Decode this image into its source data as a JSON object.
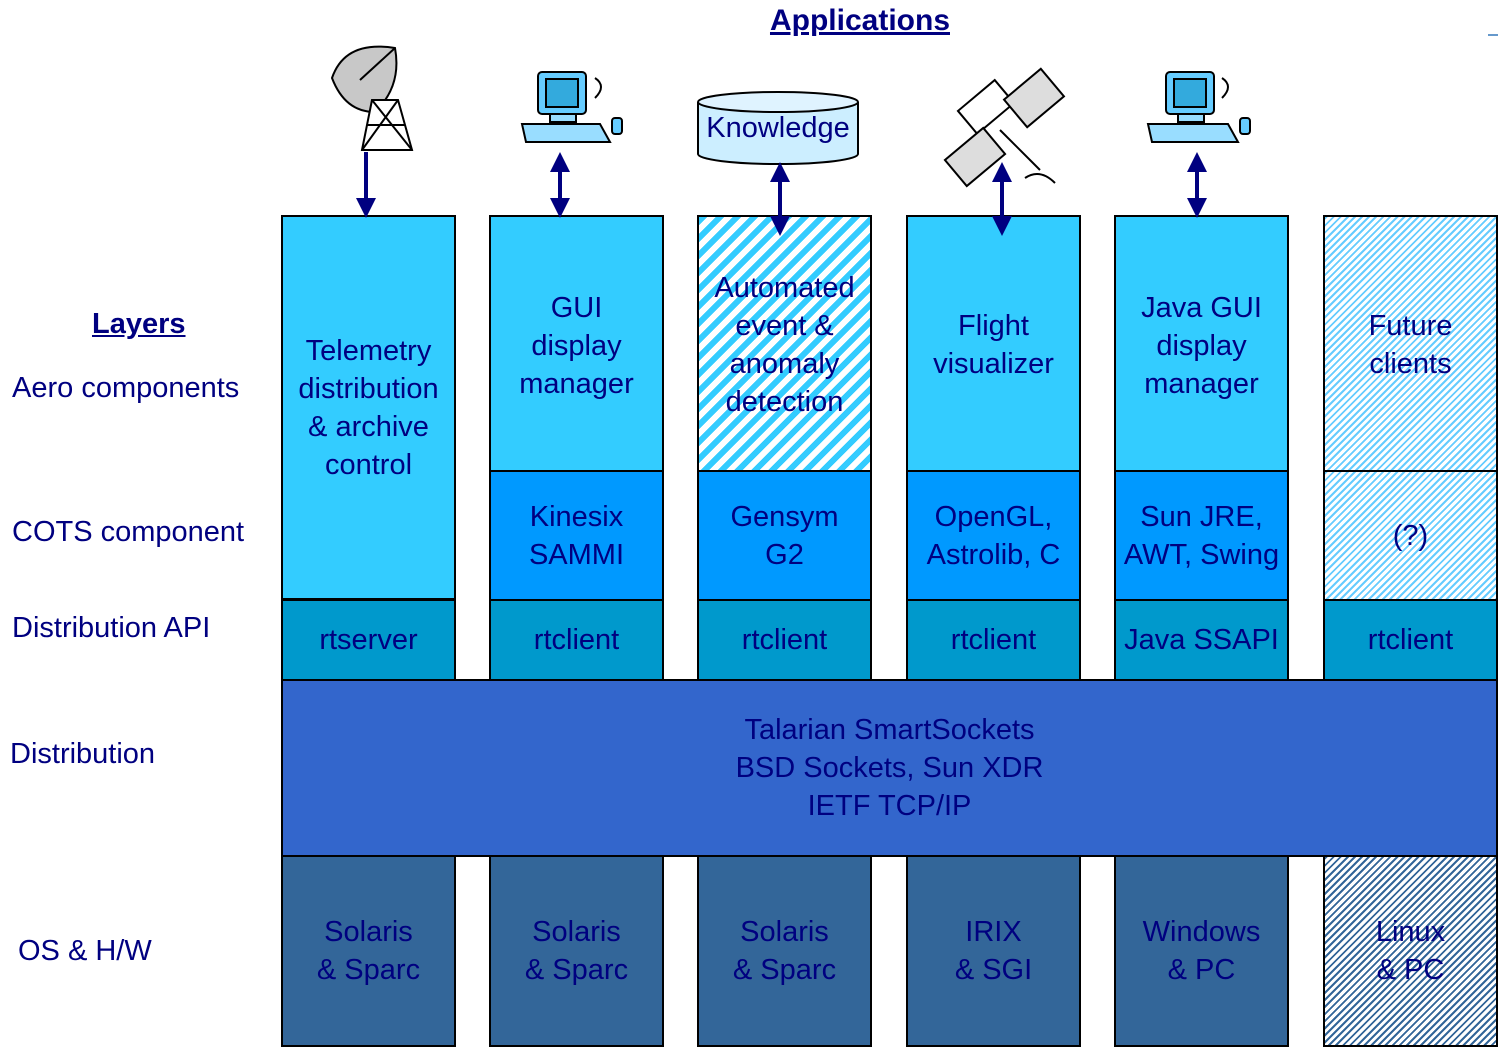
{
  "title": "Applications",
  "layers": {
    "heading": "Layers",
    "aero": "Aero components",
    "cots": "COTS component",
    "api": "Distribution API",
    "distribution": "Distribution",
    "os": "OS & H/W"
  },
  "knowledge_label": "Knowledge",
  "columns": [
    {
      "aero": "Telemetry\ndistribution\n& archive\ncontrol",
      "cots": "",
      "api": "rtserver",
      "os": "Solaris\n& Sparc"
    },
    {
      "aero": "GUI\ndisplay\nmanager",
      "cots": "Kinesix\nSAMMI",
      "api": "rtclient",
      "os": "Solaris\n& Sparc"
    },
    {
      "aero": "Automated\nevent &\nanomaly\ndetection",
      "cots": "Gensym\nG2",
      "api": "rtclient",
      "os": "Solaris\n& Sparc"
    },
    {
      "aero": "Flight\nvisualizer",
      "cots": "OpenGL,\nAstrolib, C",
      "api": "rtclient",
      "os": "IRIX\n& SGI"
    },
    {
      "aero": "Java GUI\ndisplay\nmanager",
      "cots": "Sun JRE,\nAWT, Swing",
      "api": "Java SSAPI",
      "os": "Windows\n& PC"
    },
    {
      "aero": "Future\nclients",
      "cots": "(?)",
      "api": "rtclient",
      "os": "Linux\n& PC"
    }
  ],
  "distribution_text": "Talarian SmartSockets\nBSD Sockets, Sun XDR\nIETF TCP/IP",
  "icons": [
    "satellite-dish-icon",
    "computer-workstation-icon",
    "database-cylinder-icon",
    "satellite-icon",
    "computer-workstation-icon"
  ],
  "colors": {
    "aero": "#33ccff",
    "cots": "#0099ff",
    "api": "#0099cc",
    "distribution": "#3366cc",
    "os": "#336699",
    "text": "#000080"
  }
}
